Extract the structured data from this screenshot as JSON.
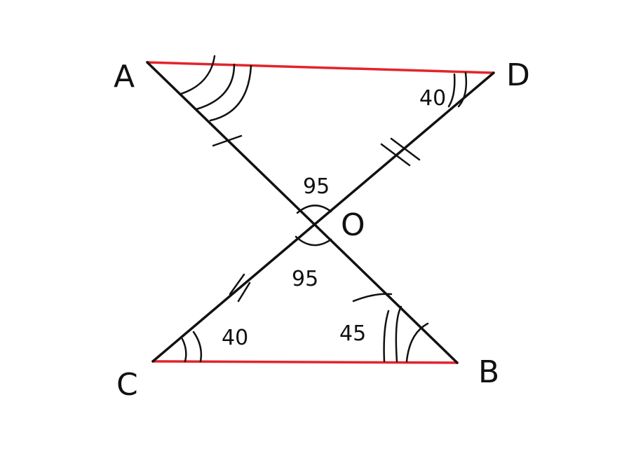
{
  "colors": {
    "red_segment": "#e3242b",
    "black_segment": "#111111",
    "background": "#ffffff"
  },
  "points": {
    "A": "A",
    "B": "B",
    "C": "C",
    "D": "D",
    "O": "O"
  },
  "angles": {
    "angle_D": "40",
    "angle_AOD": "95",
    "angle_COB": "95",
    "angle_C": "40",
    "angle_B": "45"
  }
}
